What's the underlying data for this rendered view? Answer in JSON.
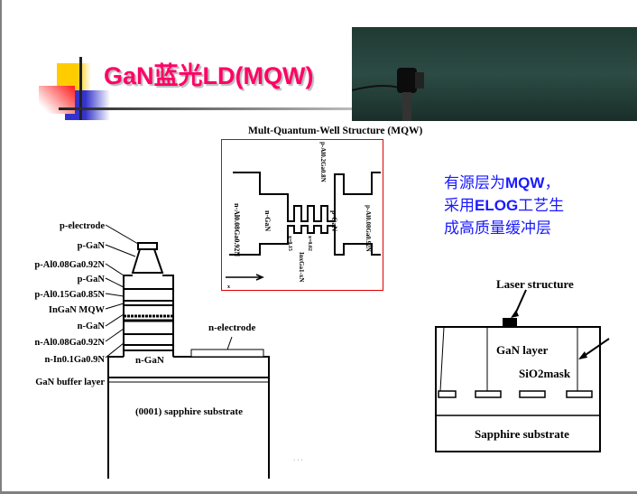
{
  "slide": {
    "title": "GaN蓝光LD(MQW)",
    "description": {
      "line1_a": "有源层为",
      "line1_b": "MQW",
      "line1_c": "，",
      "line2_a": "采用",
      "line2_b": "ELOG",
      "line2_c": "工艺生",
      "line3": "成高质量缓冲层"
    },
    "footer": "· · ·"
  },
  "ld_structure": {
    "labels": [
      "p-electrode",
      "p-GaN",
      "p-Al0.08Ga0.92N",
      "p-GaN",
      "p-Al0.15Ga0.85N",
      "InGaN MQW",
      "n-GaN",
      "n-Al0.08Ga0.92N",
      "n-In0.1Ga0.9N",
      "GaN buffer layer"
    ],
    "n_gan": "n-GaN",
    "n_electrode": "n-electrode",
    "substrate": "(0001) sapphire substrate"
  },
  "mqw_diagram": {
    "title": "Mult-Quantum-Well Structure (MQW)",
    "labels": [
      "n-Al0.08Ga0.92N",
      "n-GaN",
      "x=0.15",
      "x=0.02",
      "p-GaN",
      "p-Al0.2Ga0.8N",
      "p-Al0.08Ga0.92N",
      "InxGa1-xN",
      "x"
    ]
  },
  "elog_diagram": {
    "laser_structure": "Laser structure",
    "gan_layer": "GaN layer",
    "sio2_mask": "SiO2mask",
    "substrate": "Sapphire substrate"
  }
}
